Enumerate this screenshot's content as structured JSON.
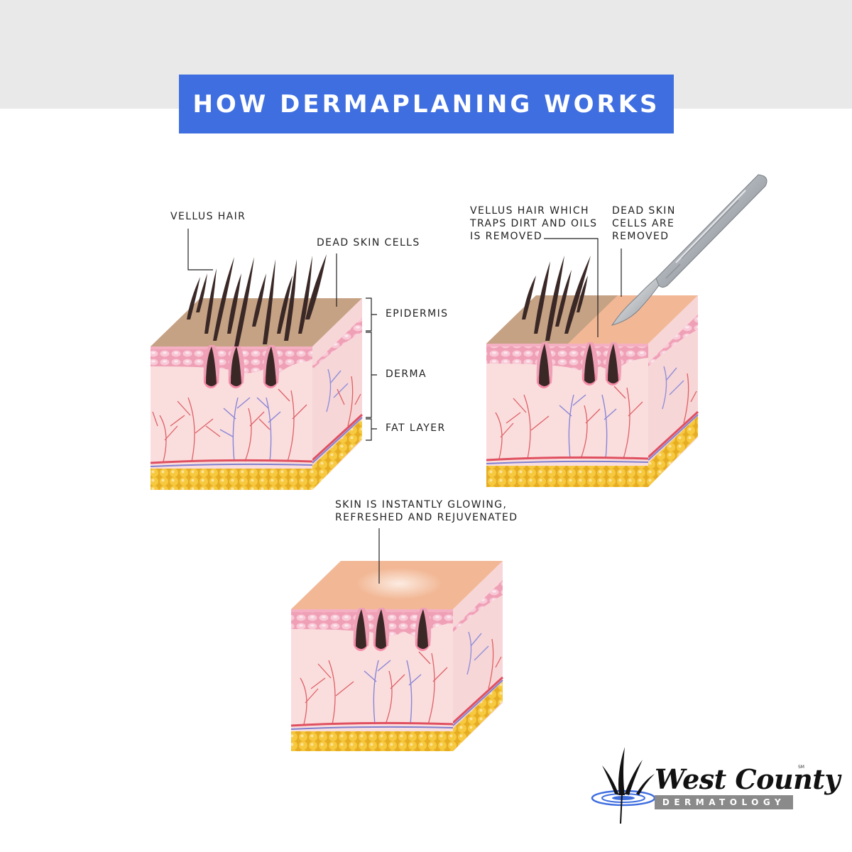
{
  "title": "HOW DERMAPLANING WORKS",
  "labels": {
    "vellus_hair": "VELLUS HAIR",
    "dead_skin_cells": "DEAD SKIN CELLS",
    "epidermis": "EPIDERMIS",
    "derma": "DERMA",
    "fat_layer": "FAT LAYER",
    "vellus_removed": [
      "VELLUS HAIR WHICH",
      "TRAPS DIRT AND OILS",
      "IS REMOVED"
    ],
    "dead_removed": [
      "DEAD SKIN",
      "CELLS ARE",
      "REMOVED"
    ],
    "result": [
      "SKIN IS INSTANTLY GLOWING,",
      "REFRESHED AND REJUVENATED"
    ]
  },
  "logo": {
    "name": "West County",
    "subtitle": "DERMATOLOGY",
    "mark": "SM"
  },
  "colors": {
    "banner": "#3f6ee0",
    "dead_skin": "#c6a285",
    "clean_skin": "#f2b896",
    "epidermis": "#f0a0b6",
    "derma": "#f9dedd",
    "fat": "#f2c43a",
    "hair": "#3a2826"
  }
}
